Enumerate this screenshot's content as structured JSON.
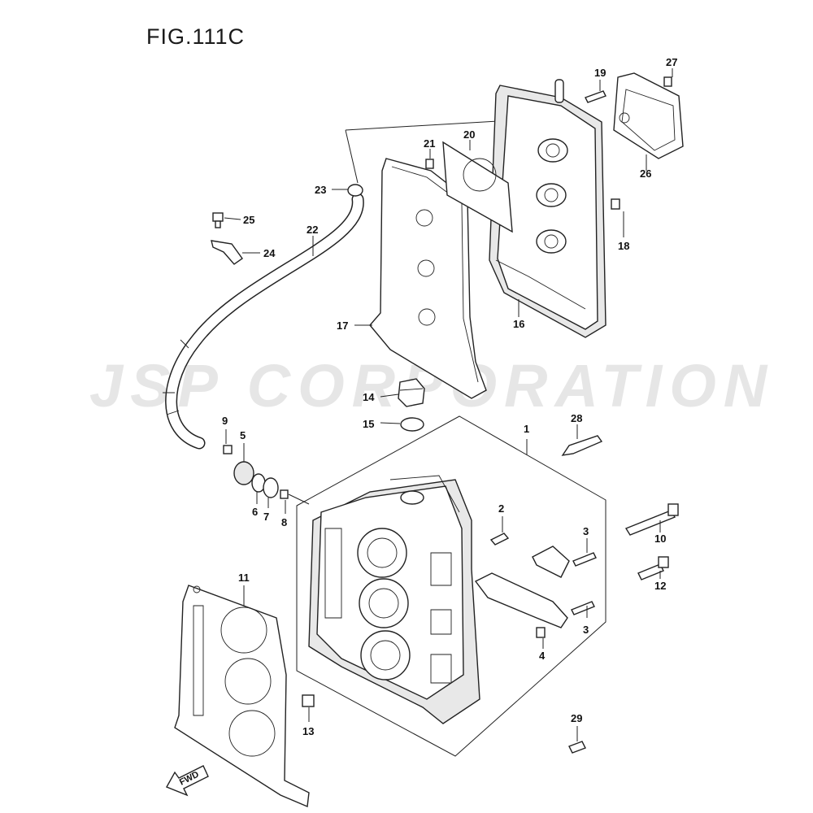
{
  "figure": {
    "title": "FIG.111C"
  },
  "watermark": {
    "text": "JSP CORPORATION"
  },
  "fwd_label": "FWD",
  "parts": [
    {
      "id": "1",
      "label": "1"
    },
    {
      "id": "2",
      "label": "2"
    },
    {
      "id": "3a",
      "label": "3"
    },
    {
      "id": "3b",
      "label": "3"
    },
    {
      "id": "4",
      "label": "4"
    },
    {
      "id": "5",
      "label": "5"
    },
    {
      "id": "6",
      "label": "6"
    },
    {
      "id": "7",
      "label": "7"
    },
    {
      "id": "8",
      "label": "8"
    },
    {
      "id": "9",
      "label": "9"
    },
    {
      "id": "10",
      "label": "10"
    },
    {
      "id": "11",
      "label": "11"
    },
    {
      "id": "12",
      "label": "12"
    },
    {
      "id": "13",
      "label": "13"
    },
    {
      "id": "14",
      "label": "14"
    },
    {
      "id": "15",
      "label": "15"
    },
    {
      "id": "16",
      "label": "16"
    },
    {
      "id": "17",
      "label": "17"
    },
    {
      "id": "18",
      "label": "18"
    },
    {
      "id": "19",
      "label": "19"
    },
    {
      "id": "20",
      "label": "20"
    },
    {
      "id": "21",
      "label": "21"
    },
    {
      "id": "22",
      "label": "22"
    },
    {
      "id": "23",
      "label": "23"
    },
    {
      "id": "24",
      "label": "24"
    },
    {
      "id": "25",
      "label": "25"
    },
    {
      "id": "26",
      "label": "26"
    },
    {
      "id": "27",
      "label": "27"
    },
    {
      "id": "28",
      "label": "28"
    },
    {
      "id": "29",
      "label": "29"
    }
  ]
}
